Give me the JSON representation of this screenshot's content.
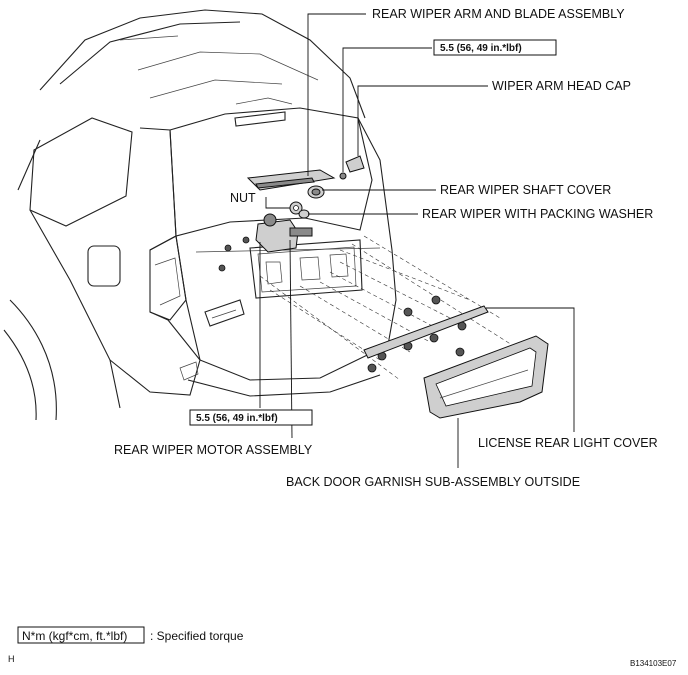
{
  "labels": {
    "rear_wiper_arm_and_blade_assembly": "REAR WIPER ARM AND BLADE ASSEMBLY",
    "wiper_arm_head_cap": "WIPER ARM HEAD CAP",
    "rear_wiper_shaft_cover": "REAR WIPER SHAFT COVER",
    "nut": "NUT",
    "rear_wiper_with_packing_washer": "REAR WIPER WITH PACKING WASHER",
    "rear_wiper_motor_assembly": "REAR WIPER MOTOR ASSEMBLY",
    "license_rear_light_cover": "LICENSE REAR LIGHT COVER",
    "back_door_garnish_sub_assembly_outside": "BACK DOOR GARNISH SUB-ASSEMBLY OUTSIDE"
  },
  "torque_specs": {
    "nut_torque": "5.5 (56, 49 in.*lbf)",
    "motor_torque": "5.5 (56, 49 in.*lbf)"
  },
  "legend": {
    "units_box": "N*m (kgf*cm, ft.*lbf)",
    "units_text": ": Specified torque"
  },
  "footer": {
    "page_letter": "H",
    "figure_code": "B134103E07"
  }
}
